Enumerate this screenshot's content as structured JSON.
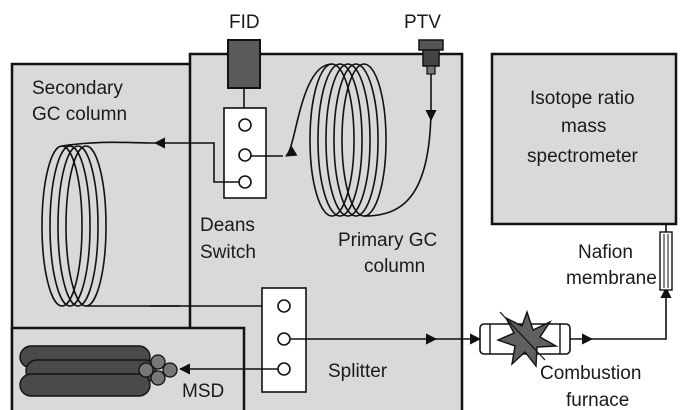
{
  "labels": {
    "fid": "FID",
    "ptv": "PTV",
    "secondary_line1": "Secondary",
    "secondary_line2": "GC column",
    "deans_line1": "Deans",
    "deans_line2": "Switch",
    "primary_line1": "Primary GC",
    "primary_line2": "column",
    "irms_line1": "Isotope ratio",
    "irms_line2": "mass",
    "irms_line3": "spectrometer",
    "nafion_line1": "Nafion",
    "nafion_line2": "membrane",
    "splitter": "Splitter",
    "msd": "MSD",
    "combustion_line1": "Combustion",
    "combustion_line2": "furnace"
  },
  "colors": {
    "panel": "#d9d9d9",
    "detector": "#5a5a5a",
    "line": "#111111"
  }
}
